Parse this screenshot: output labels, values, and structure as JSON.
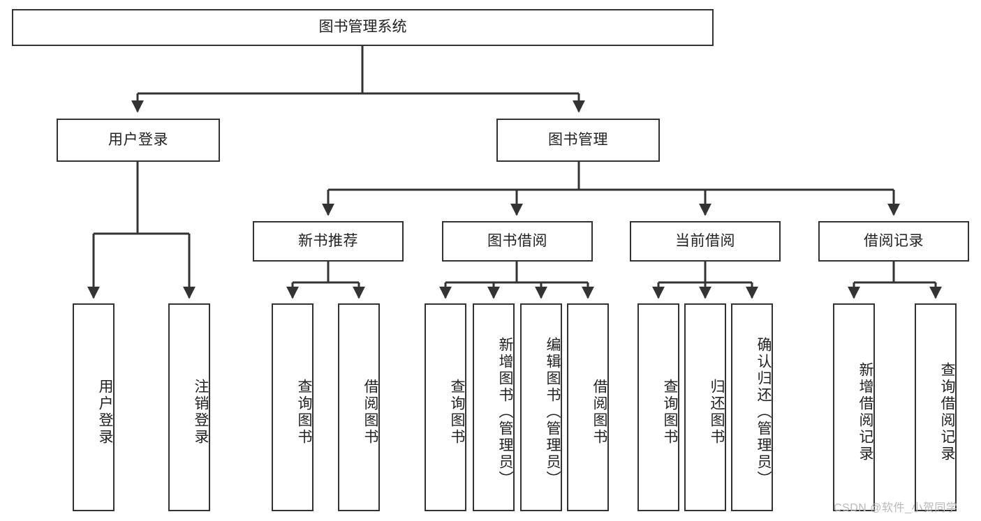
{
  "diagram": {
    "title": "图书管理系统",
    "watermark": "CSDN @软件_小贺同学",
    "colors": {
      "stroke": "#333333",
      "fill": "#ffffff",
      "text": "#222222",
      "watermark": "#b9b9b9"
    },
    "nodes": {
      "root": {
        "label": "图书管理系统"
      },
      "level2": [
        {
          "id": "user-login",
          "label": "用户登录"
        },
        {
          "id": "book-management",
          "label": "图书管理"
        }
      ],
      "level3": [
        {
          "id": "new-book-recommend",
          "label": "新书推荐"
        },
        {
          "id": "book-borrow",
          "label": "图书借阅"
        },
        {
          "id": "current-borrow",
          "label": "当前借阅"
        },
        {
          "id": "borrow-record",
          "label": "借阅记录"
        }
      ],
      "leaves": {
        "user-login": [
          {
            "id": "leaf-user-login",
            "label": "用户登录"
          },
          {
            "id": "leaf-logout",
            "label": "注销登录"
          }
        ],
        "new-book-recommend": [
          {
            "id": "leaf-query-book-1",
            "label": "查询图书"
          },
          {
            "id": "leaf-borrow-book-1",
            "label": "借阅图书"
          }
        ],
        "book-borrow": [
          {
            "id": "leaf-query-book-2",
            "label": "查询图书"
          },
          {
            "id": "leaf-add-book",
            "label": "新增图书（管理员）"
          },
          {
            "id": "leaf-edit-book",
            "label": "编辑图书（管理员）"
          },
          {
            "id": "leaf-borrow-book-2",
            "label": "借阅图书"
          }
        ],
        "current-borrow": [
          {
            "id": "leaf-query-book-3",
            "label": "查询图书"
          },
          {
            "id": "leaf-return-book",
            "label": "归还图书"
          },
          {
            "id": "leaf-confirm-return",
            "label": "确认归还（管理员）"
          }
        ],
        "borrow-record": [
          {
            "id": "leaf-add-record",
            "label": "新增借阅记录"
          },
          {
            "id": "leaf-query-record",
            "label": "查询借阅记录"
          }
        ]
      }
    }
  }
}
